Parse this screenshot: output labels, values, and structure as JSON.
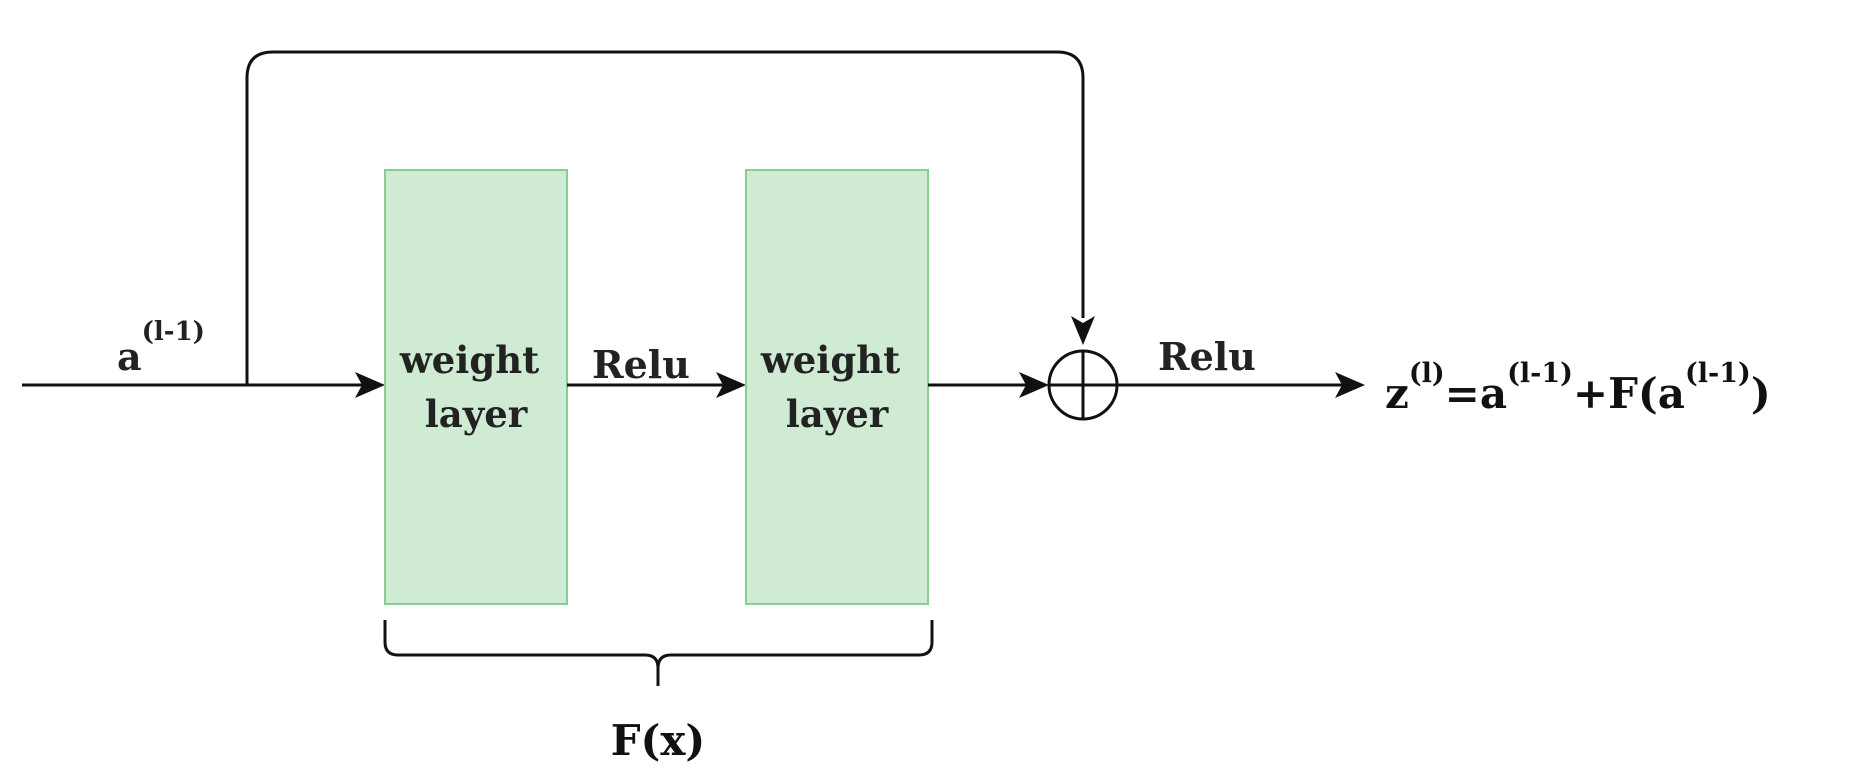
{
  "input": {
    "base": "a",
    "superscript": "(l-1)"
  },
  "layers": [
    {
      "line1": "weight",
      "line2": "layer"
    },
    {
      "line1": "weight",
      "line2": "layer"
    }
  ],
  "activations": {
    "between_layers": "Relu",
    "output": "Relu"
  },
  "brace_label": "F(x)",
  "output_equation": {
    "z": "z",
    "z_sup": "(l)",
    "eq_a": "=a",
    "a_sup": "(l-1)",
    "plus_f": "+F(a",
    "f_sup": "(l-1)",
    "close": ")"
  },
  "colors": {
    "layer_fill": "#d0ebd4",
    "layer_stroke": "#86cf8e",
    "line": "#111111"
  }
}
